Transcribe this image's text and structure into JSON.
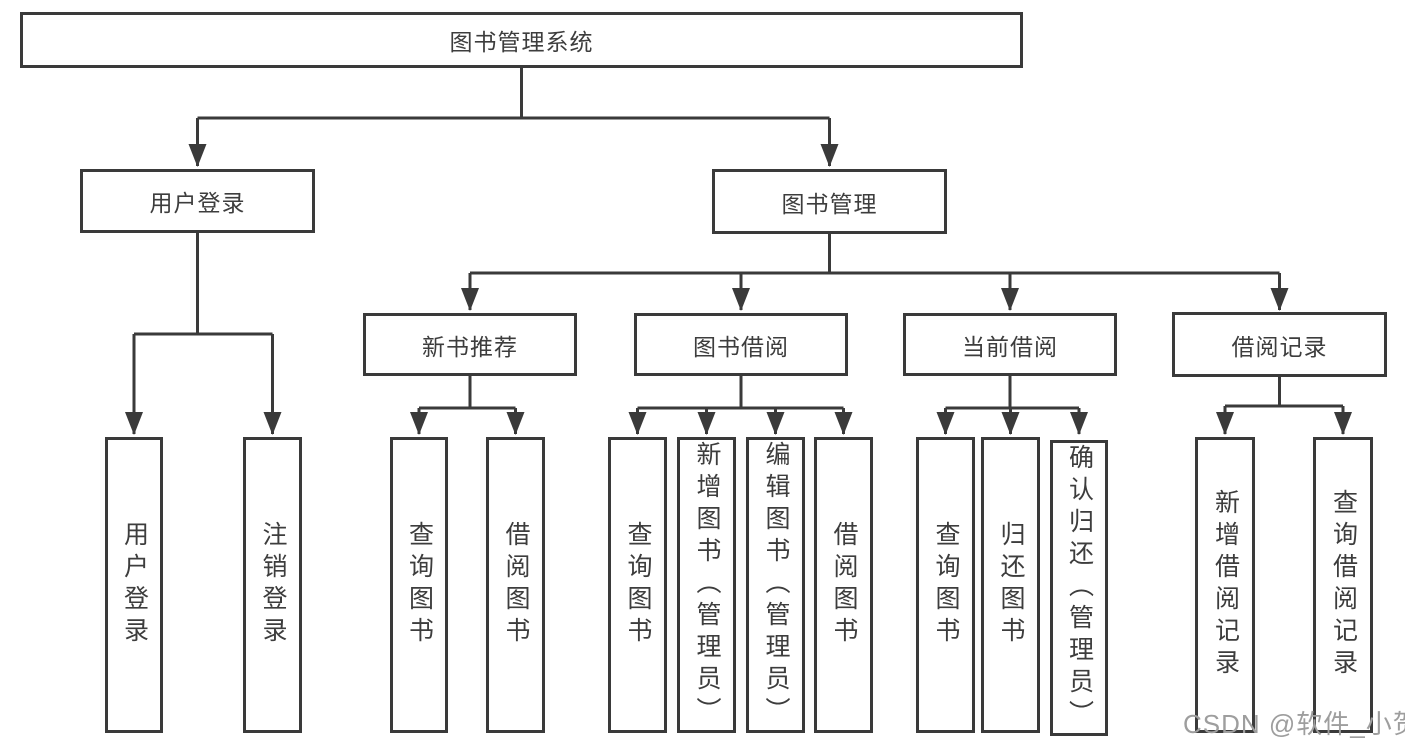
{
  "nodes": {
    "root": {
      "label": "图书管理系统"
    },
    "user_login": {
      "label": "用户登录"
    },
    "book_mgmt": {
      "label": "图书管理"
    },
    "new_book_rec": {
      "label": "新书推荐"
    },
    "book_borrow": {
      "label": "图书借阅"
    },
    "current_borrow": {
      "label": "当前借阅"
    },
    "borrow_record": {
      "label": "借阅记录"
    },
    "leaf_user_login": {
      "label": "用户登录"
    },
    "leaf_logout": {
      "label": "注销登录"
    },
    "leaf_nb_query": {
      "label": "查询图书"
    },
    "leaf_nb_borrow": {
      "label": "借阅图书"
    },
    "leaf_bb_query": {
      "label": "查询图书"
    },
    "leaf_bb_add": {
      "label": "新增图书（管理员）"
    },
    "leaf_bb_edit": {
      "label": "编辑图书（管理员）"
    },
    "leaf_bb_borrow": {
      "label": "借阅图书"
    },
    "leaf_cb_query": {
      "label": "查询图书"
    },
    "leaf_cb_return": {
      "label": "归还图书"
    },
    "leaf_cb_confirm": {
      "label": "确认归还（管理员）"
    },
    "leaf_br_add": {
      "label": "新增借阅记录"
    },
    "leaf_br_query": {
      "label": "查询借阅记录"
    }
  },
  "watermark": {
    "text": "CSDN @软件_小贺同学"
  },
  "colors": {
    "line": "#3a3a3a",
    "text": "#3d3d3d",
    "box_background": "#ffffff",
    "watermark": "#9e9e9e",
    "background": "#ffffff"
  }
}
